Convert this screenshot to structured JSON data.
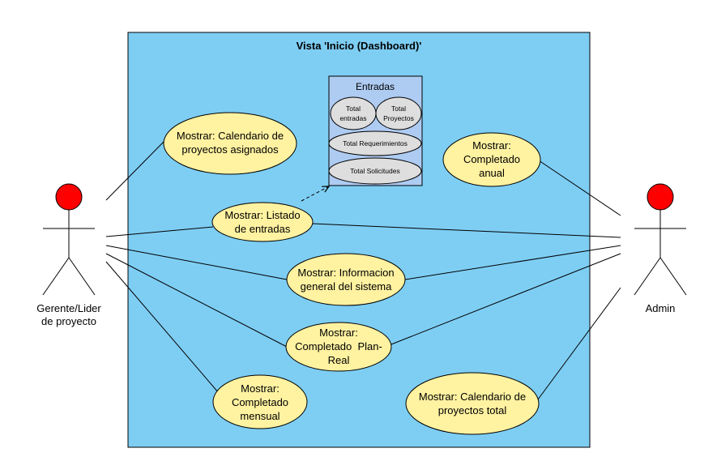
{
  "colors": {
    "system_fill": "#7ecef4",
    "usecase_fill": "#fff2a1",
    "panel_fill": "#aecbf2",
    "bubble_fill": "#dedede",
    "actor_head": "#ff0000"
  },
  "system": {
    "title": "Vista 'Inicio (Dashboard)'"
  },
  "actors": {
    "left": {
      "line1": "Gerente/Lider",
      "line2": "de proyecto"
    },
    "right": {
      "label": "Admin"
    }
  },
  "usecases": {
    "calendario_asignados": {
      "line1": "Mostrar: Calendario de",
      "line2": "proyectos asignados"
    },
    "listado_entradas": {
      "line1": "Mostrar: Listado",
      "line2": "de entradas"
    },
    "informacion_general": {
      "line1": "Mostrar: Informacion",
      "line2": "general del sistema"
    },
    "completado_plan_real": {
      "line1": "Mostrar:",
      "line2": "Completado  Plan-",
      "line3": "Real"
    },
    "completado_mensual": {
      "line1": "Mostrar:",
      "line2": "Completado",
      "line3": "mensual"
    },
    "completado_anual": {
      "line1": "Mostrar:",
      "line2": "Completado",
      "line3": "anual"
    },
    "calendario_total": {
      "line1": "Mostrar: Calendario de",
      "line2": "proyectos total"
    }
  },
  "entradas_panel": {
    "title": "Entradas",
    "total_entradas": {
      "line1": "Total",
      "line2": "entradas"
    },
    "total_proyectos": {
      "line1": "Total",
      "line2": "Proyectos"
    },
    "total_requerimientos": "Total Requerimientos",
    "total_solicitudes": "Total Solicitudes"
  }
}
